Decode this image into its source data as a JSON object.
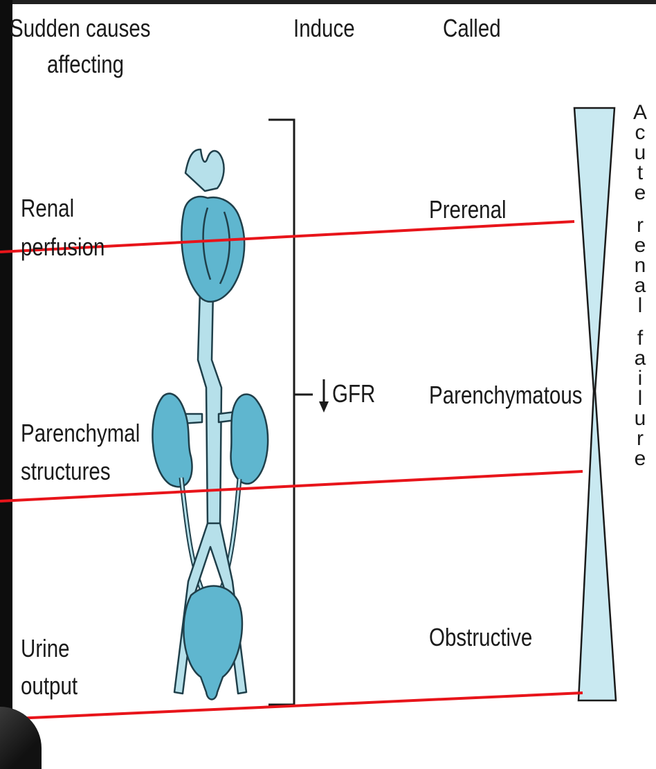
{
  "headers": {
    "causes_line1": "Sudden causes",
    "causes_line2": "affecting",
    "induce": "Induce",
    "called": "Called"
  },
  "causes": {
    "renal_line1": "Renal",
    "renal_line2": "perfusion",
    "parenchymal_line1": "Parenchymal",
    "parenchymal_line2": "structures",
    "urine_line1": "Urine",
    "urine_line2": "output"
  },
  "induce": {
    "gfr": "GFR",
    "arrow": "down-arrow-icon"
  },
  "called": {
    "prerenal": "Prerenal",
    "parenchymatous": "Parenchymatous",
    "obstructive": "Obstructive"
  },
  "side_label": "Acute renal failure",
  "colors": {
    "organ_fill": "#5fb6cf",
    "organ_stroke": "#1f3f4a",
    "vessel_fill": "#b6e0ea",
    "hourglass_fill": "#c9e9f1",
    "line_red": "#e8141a"
  }
}
